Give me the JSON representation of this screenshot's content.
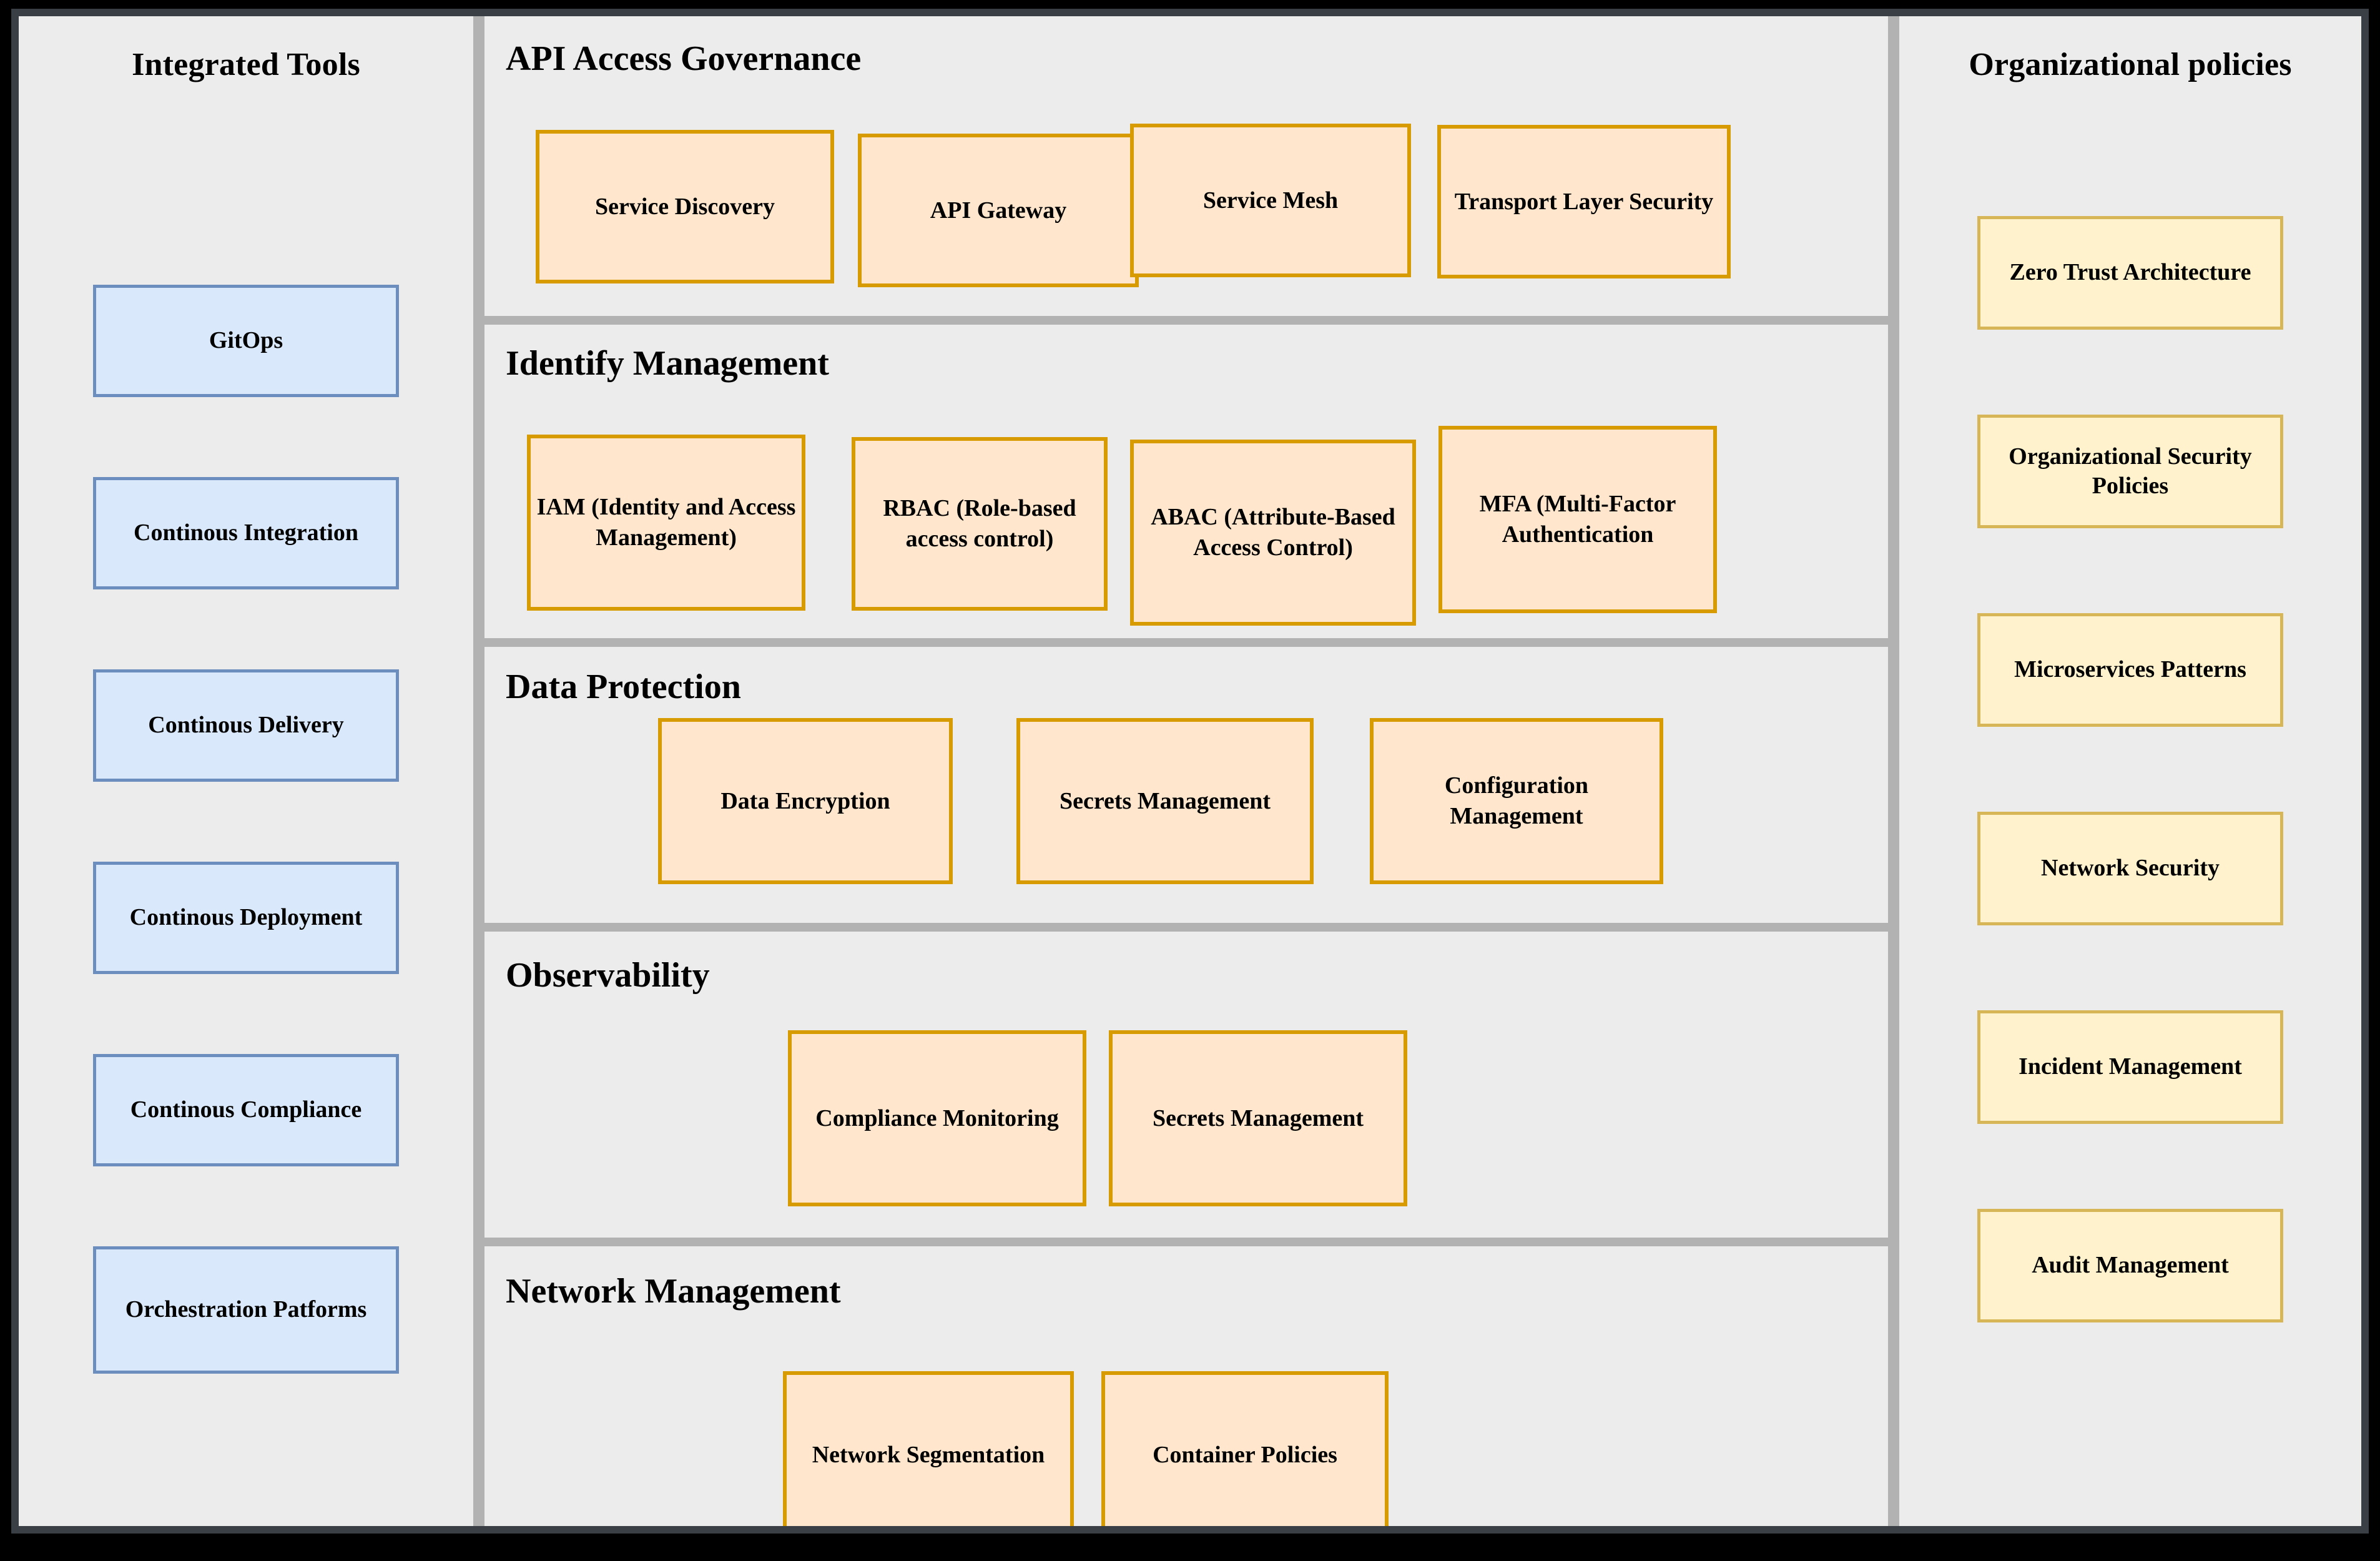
{
  "colors": {
    "frame": "#3a3f45",
    "panel_bg": "#ececec",
    "separator": "#b2b2b2",
    "blue_fill": "#dae8fc",
    "blue_border": "#6c8ebf",
    "orange_fill": "#ffe6cc",
    "orange_border": "#d79b00",
    "yellow_fill": "#fff2cc",
    "yellow_border": "#d6b656"
  },
  "left_panel": {
    "title": "Integrated Tools",
    "items": [
      {
        "label": "GitOps"
      },
      {
        "label": "Continous Integration"
      },
      {
        "label": "Continous Delivery"
      },
      {
        "label": "Continous Deployment"
      },
      {
        "label": "Continous Compliance"
      },
      {
        "label": "Orchestration Patforms"
      }
    ]
  },
  "center_panel": {
    "sections": [
      {
        "title": "API Access Governance",
        "nodes": [
          {
            "label": "Service Discovery"
          },
          {
            "label": "API Gateway"
          },
          {
            "label": "Service Mesh"
          },
          {
            "label": "Transport Layer Security"
          }
        ]
      },
      {
        "title": "Identify Management",
        "nodes": [
          {
            "label": "IAM (Identity and Access Management)"
          },
          {
            "label": "RBAC (Role-based access control)"
          },
          {
            "label": "ABAC (Attribute-Based Access Control)"
          },
          {
            "label": "MFA (Multi-Factor Authentication"
          }
        ]
      },
      {
        "title": "Data Protection",
        "nodes": [
          {
            "label": "Data Encryption"
          },
          {
            "label": "Secrets Management"
          },
          {
            "label": "Configuration Management"
          }
        ]
      },
      {
        "title": "Observability",
        "nodes": [
          {
            "label": "Compliance Monitoring"
          },
          {
            "label": "Secrets Management"
          }
        ]
      },
      {
        "title": "Network Management",
        "nodes": [
          {
            "label": "Network Segmentation"
          },
          {
            "label": "Container Policies"
          }
        ]
      }
    ]
  },
  "right_panel": {
    "title": "Organizational policies",
    "items": [
      {
        "label": "Zero Trust Architecture"
      },
      {
        "label": "Organizational Security Policies"
      },
      {
        "label": "Microservices Patterns"
      },
      {
        "label": "Network Security"
      },
      {
        "label": "Incident Management"
      },
      {
        "label": "Audit Management"
      }
    ]
  }
}
